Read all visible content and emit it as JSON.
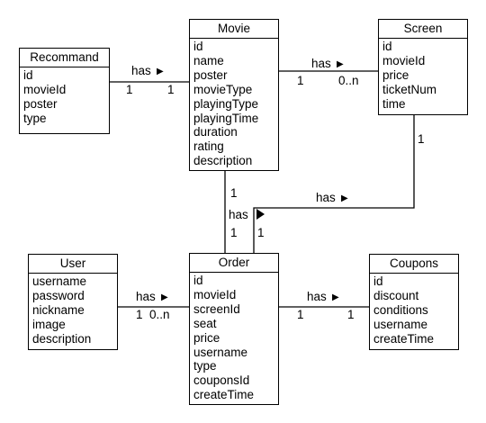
{
  "classes": {
    "recommand": {
      "name": "Recommand",
      "attributes": [
        "id",
        "movieId",
        "poster",
        "type"
      ]
    },
    "movie": {
      "name": "Movie",
      "attributes": [
        "id",
        "name",
        "poster",
        "movieType",
        "playingType",
        "playingTime",
        "duration",
        "rating",
        "description"
      ]
    },
    "screen": {
      "name": "Screen",
      "attributes": [
        "id",
        "movieId",
        "price",
        "ticketNum",
        "time"
      ]
    },
    "user": {
      "name": "User",
      "attributes": [
        "username",
        "password",
        "nickname",
        "image",
        "description"
      ]
    },
    "order": {
      "name": "Order",
      "attributes": [
        "id",
        "movieId",
        "screenId",
        "seat",
        "price",
        "username",
        "type",
        "couponsId",
        "createTime"
      ]
    },
    "coupons": {
      "name": "Coupons",
      "attributes": [
        "id",
        "discount",
        "conditions",
        "username",
        "createTime"
      ]
    }
  },
  "associations": {
    "recommand_movie": {
      "label": "has",
      "arrow": "▶",
      "left_mult": "1",
      "right_mult": "1"
    },
    "movie_screen": {
      "label": "has",
      "arrow": "▶",
      "left_mult": "1",
      "right_mult": "0..n"
    },
    "movie_order": {
      "label": "has",
      "arrow": "",
      "top_mult": "1",
      "bottom_mult": "1"
    },
    "screen_order": {
      "label": "has",
      "arrow": "▶",
      "top_mult": "1",
      "bottom_mult": "1"
    },
    "user_order": {
      "label": "has",
      "arrow": "▶",
      "left_mult": "1",
      "right_mult": "0..n"
    },
    "order_coupons": {
      "label": "has",
      "arrow": "▶",
      "left_mult": "1",
      "right_mult": "1"
    }
  }
}
